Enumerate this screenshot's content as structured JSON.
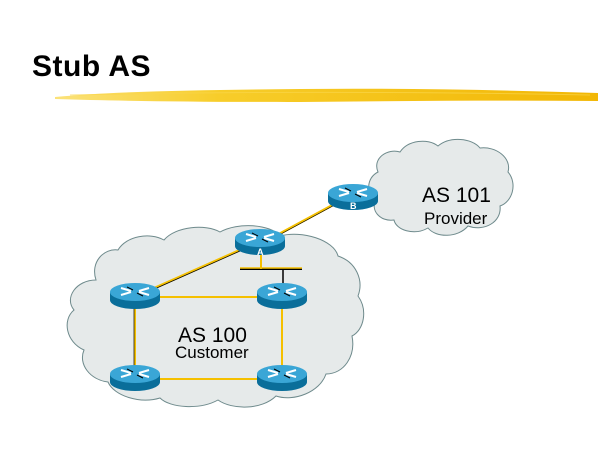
{
  "slide": {
    "title": "Stub AS",
    "accent_color": "#f5c518"
  },
  "clouds": [
    {
      "id": "as100",
      "title": "AS 100",
      "subtitle": "Customer"
    },
    {
      "id": "as101",
      "title": "AS 101",
      "subtitle": "Provider"
    }
  ],
  "routers": [
    {
      "id": "B",
      "label": "B",
      "as": "AS 101"
    },
    {
      "id": "A",
      "label": "A",
      "as": "AS 100"
    },
    {
      "id": "R1",
      "label": "",
      "as": "AS 100"
    },
    {
      "id": "R2",
      "label": "",
      "as": "AS 100"
    },
    {
      "id": "R3",
      "label": "",
      "as": "AS 100"
    },
    {
      "id": "R4",
      "label": "",
      "as": "AS 100"
    }
  ],
  "colors": {
    "cloud_fill": "#e6eaea",
    "cloud_stroke": "#6e8a8c",
    "link": "#f5c000",
    "router_top": "#3aa6d6",
    "router_side": "#0a6e9a"
  }
}
